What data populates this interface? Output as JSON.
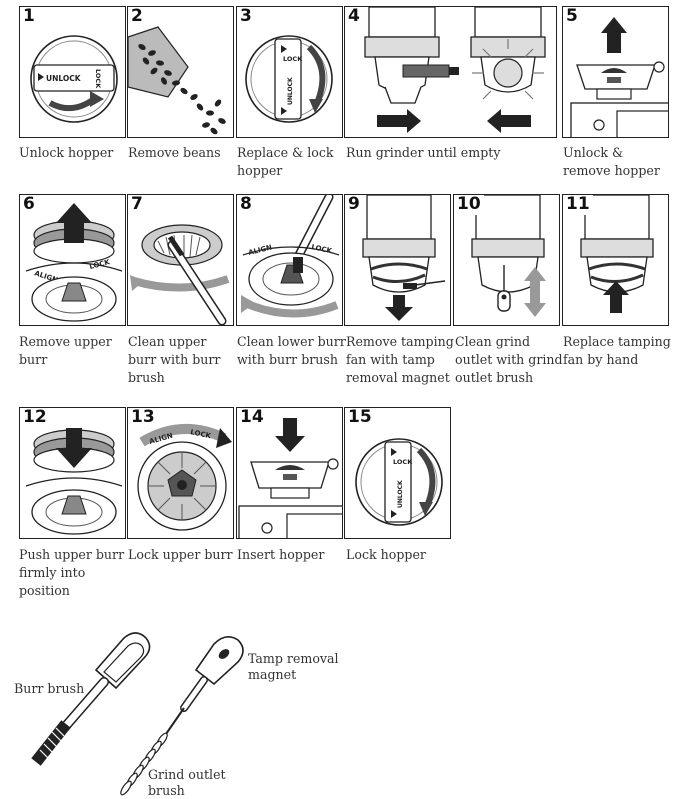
{
  "steps": [
    {
      "number": "1",
      "caption": "Unlock hopper",
      "labels": {
        "unlock": "UNLOCK",
        "lock": "LOCK"
      }
    },
    {
      "number": "2",
      "caption": "Remove beans"
    },
    {
      "number": "3",
      "caption": "Replace & lock hopper",
      "labels": {
        "lock": "LOCK",
        "unlock": "UNLOCK"
      }
    },
    {
      "number": "4",
      "caption": "Run grinder until empty"
    },
    {
      "number": "5",
      "caption": "Unlock & remove hopper"
    },
    {
      "number": "6",
      "caption": "Remove upper burr",
      "labels": {
        "align": "ALIGN",
        "lock": "LOCK"
      }
    },
    {
      "number": "7",
      "caption": "Clean upper burr with burr brush"
    },
    {
      "number": "8",
      "caption": "Clean lower burr with burr brush",
      "labels": {
        "align": "ALIGN",
        "lock": "LOCK"
      }
    },
    {
      "number": "9",
      "caption": "Remove tamping fan with tamp removal magnet"
    },
    {
      "number": "10",
      "caption": "Clean grind outlet with grind outlet brush"
    },
    {
      "number": "11",
      "caption": "Replace tamping fan by hand"
    },
    {
      "number": "12",
      "caption": "Push upper burr firmly into position"
    },
    {
      "number": "13",
      "caption": "Lock upper burr",
      "labels": {
        "align": "ALIGN",
        "lock": "LOCK"
      }
    },
    {
      "number": "14",
      "caption": "Insert hopper"
    },
    {
      "number": "15",
      "caption": "Lock hopper",
      "labels": {
        "lock": "LOCK",
        "unlock": "UNLOCK"
      }
    }
  ],
  "tools": {
    "burr_brush": "Burr brush",
    "tamp_magnet_line1": "Tamp removal",
    "tamp_magnet_line2": "magnet",
    "grind_brush_line1": "Grind outlet",
    "grind_brush_line2": "brush"
  }
}
